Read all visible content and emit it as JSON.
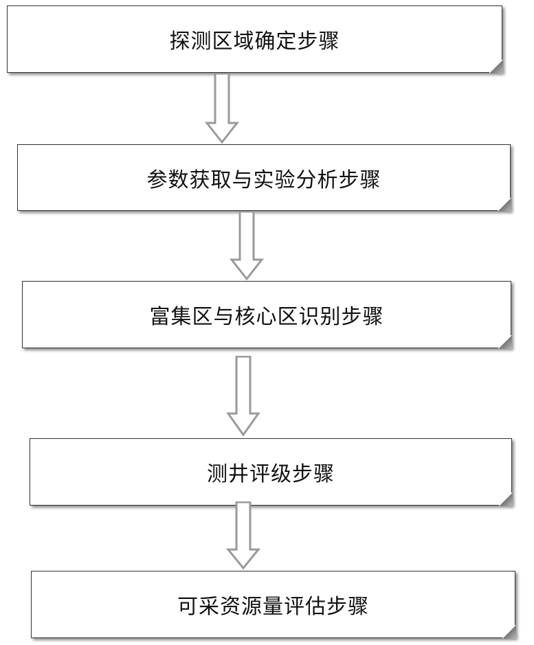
{
  "steps": [
    {
      "label": "探测区域确定步骤"
    },
    {
      "label": "参数获取与实验分析步骤"
    },
    {
      "label": "富集区与核心区识别步骤"
    },
    {
      "label": "测井评级步骤"
    },
    {
      "label": "可采资源量评估步骤"
    }
  ],
  "colors": {
    "arrow_stroke": "#9a9a9a",
    "box_border": "#333333"
  }
}
